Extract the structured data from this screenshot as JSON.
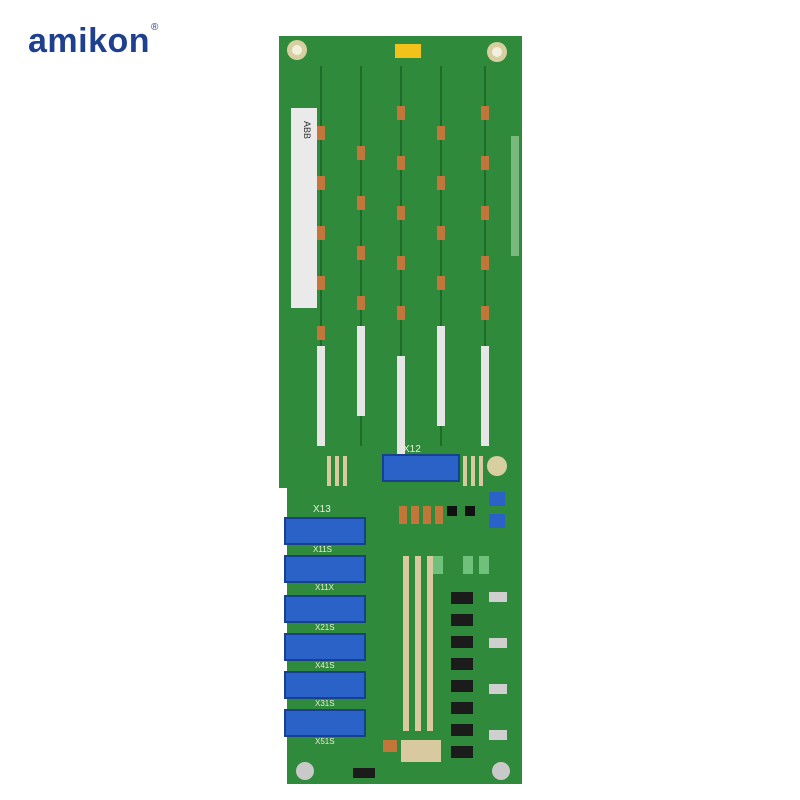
{
  "brand": {
    "name": "amikon",
    "mark": "®"
  },
  "board": {
    "main_label": "ABB",
    "connector_labels": [
      "X12",
      "X13",
      "X11S",
      "X11X",
      "X21S",
      "X41S",
      "X31S",
      "X51S"
    ],
    "colors": {
      "pcb": "#2f8a3b",
      "pcb_dark": "#1e6b2a",
      "connector": "#2a62c8",
      "pad": "#d9c9a0"
    }
  }
}
